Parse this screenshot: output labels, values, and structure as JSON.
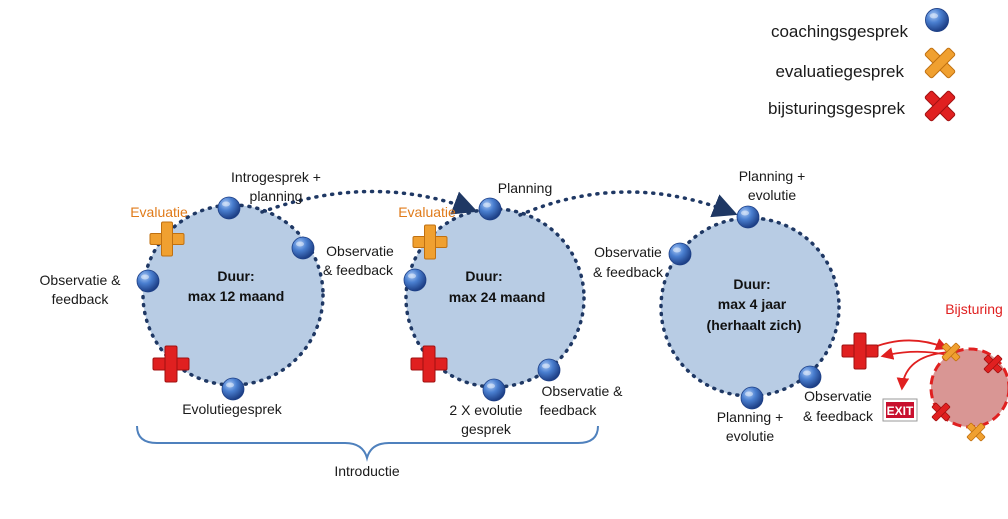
{
  "legend": {
    "coaching": "coachingsgesprek",
    "evaluatie": "evaluatiegesprek",
    "bijsturing": "bijsturingsgesprek"
  },
  "phase1": {
    "duur_line1": "Duur:",
    "duur_line2": "max 12 maand",
    "intro_line1": "Introgesprek +",
    "intro_line2": "planning",
    "evaluatie": "Evaluatie",
    "obs_right_line1": "Observatie",
    "obs_right_line2": "& feedback",
    "obs_left_line1": "Observatie &",
    "obs_left_line2": "feedback",
    "evolutie": "Evolutiegesprek"
  },
  "phase2": {
    "duur_line1": "Duur:",
    "duur_line2": "max 24 maand",
    "planning": "Planning",
    "evaluatie": "Evaluatie",
    "evol_line1": "2 X evolutie",
    "evol_line2": "gesprek",
    "obs_line1": "Observatie &",
    "obs_line2": "feedback"
  },
  "phase3": {
    "duur_line1": "Duur:",
    "duur_line2": "max 4 jaar",
    "duur_line3": "(herhaalt zich)",
    "plan_top_line1": "Planning +",
    "plan_top_line2": "evolutie",
    "obs_left_line1": "Observatie",
    "obs_left_line2": "& feedback",
    "plan_bottom_line1": "Planning +",
    "plan_bottom_line2": "evolutie",
    "obs_right_line1": "Observatie",
    "obs_right_line2": "& feedback"
  },
  "bijsturing_label": "Bijsturing",
  "exit_sign": "EXIT",
  "introductie": "Introductie",
  "colors": {
    "circle_fill": "#b8cce4",
    "dots": "#1f3864",
    "coaching_ball": "#3a6fc4",
    "evaluation_cross": "#f0a030",
    "correction_cross": "#e02020",
    "bijsturing_fill": "#d99694"
  }
}
